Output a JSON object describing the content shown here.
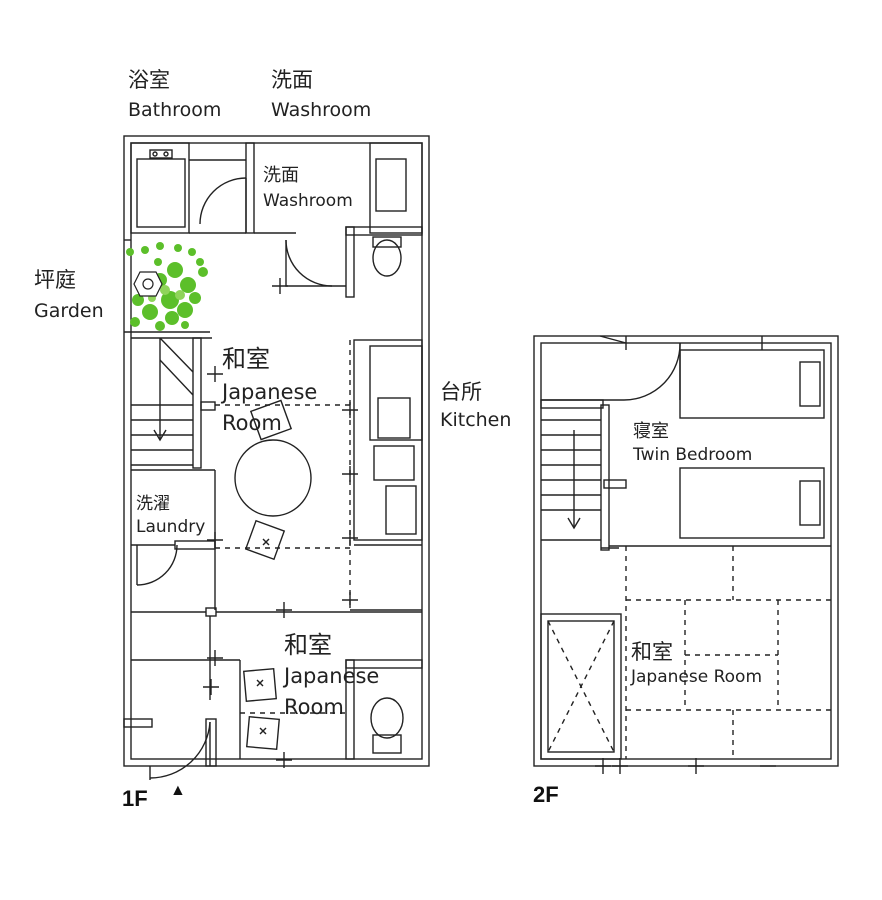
{
  "labels": {
    "bathroom_jp": "浴室",
    "bathroom_en": "Bathroom",
    "washroom_top_jp": "洗面",
    "washroom_top_en": "Washroom",
    "washroom_jp": "洗面",
    "washroom_en": "Washroom",
    "garden_jp": "坪庭",
    "garden_en": "Garden",
    "japanese1_jp": "和室",
    "japanese1_en1": "Japanese",
    "japanese1_en2": "Room",
    "kitchen_jp": "台所",
    "kitchen_en": "Kitchen",
    "laundry_jp": "洗濯",
    "laundry_en": "Laundry",
    "japanese2_jp": "和室",
    "japanese2_en1": "Japanese",
    "japanese2_en2": "Room",
    "bedroom_jp": "寝室",
    "bedroom_en": "Twin Bedroom",
    "japanese3_jp": "和室",
    "japanese3_en": "Japanese Room"
  },
  "floors": {
    "first": "1F",
    "second": "2F",
    "entrance_marker": "▲"
  },
  "colors": {
    "line": "#222222",
    "plant": "#5cbf2a",
    "plant_light": "#8fd45a"
  }
}
